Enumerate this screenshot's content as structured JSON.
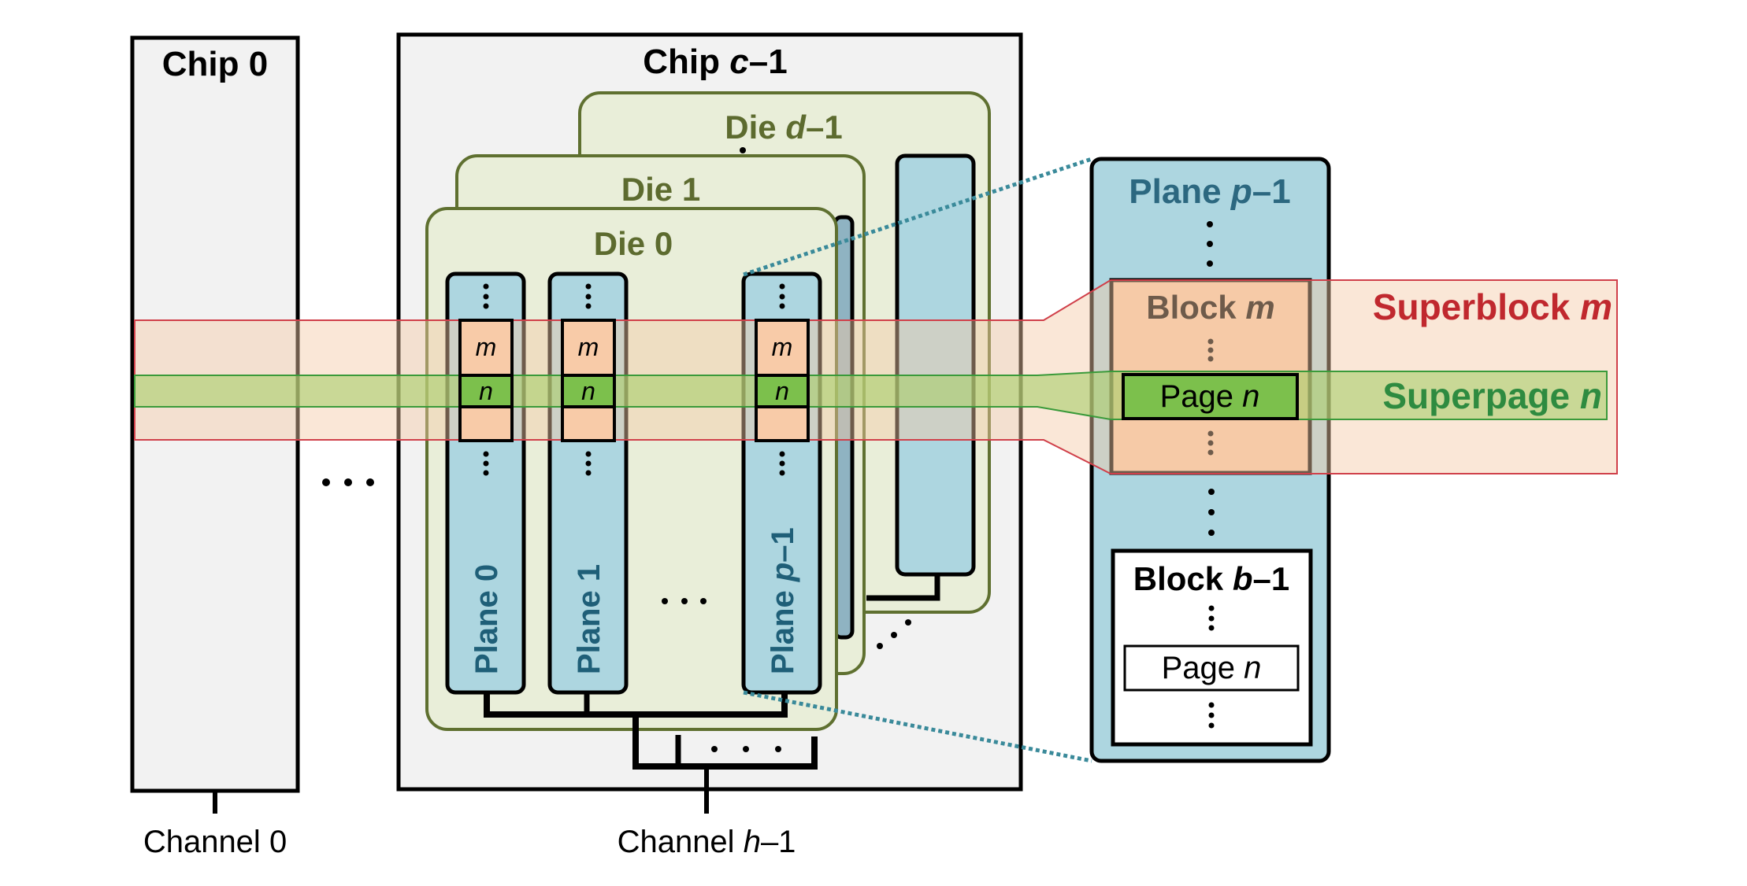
{
  "title": "SSD organization: channels, chips, dies, planes, blocks, pages",
  "colors": {
    "chip_fill": "#f2f2f2",
    "die_fill": "#e9eed9",
    "die_stroke": "#5f7030",
    "plane_fill": "#add6e0",
    "block_fill": "#f8cba8",
    "page_fill": "#7cc04c",
    "superblock_band": "#f7d9c0",
    "superblock_stroke": "#d0404a",
    "superpage_band": "#b5d67a",
    "superpage_stroke": "#3a9a3a",
    "zoom_line": "#3a8a9a"
  },
  "chips": [
    {
      "label_main": "Chip ",
      "label_var": "",
      "label_num": "0"
    },
    {
      "label_main": "Chip ",
      "label_var": "c",
      "label_num": "–1"
    }
  ],
  "chip_ellipsis": "…",
  "dies": [
    {
      "label_main": "Die ",
      "label_var": "",
      "label_num": "0"
    },
    {
      "label_main": "Die ",
      "label_var": "",
      "label_num": "1"
    },
    {
      "label_main": "Die ",
      "label_var": "d",
      "label_num": "–1"
    }
  ],
  "planes": [
    {
      "label_main": "Plane ",
      "label_var": "",
      "label_num": "0"
    },
    {
      "label_main": "Plane ",
      "label_var": "",
      "label_num": "1"
    },
    {
      "label_main": "Plane ",
      "label_var": "p",
      "label_num": "–1"
    }
  ],
  "plane_ellipsis": "…",
  "cell_labels": {
    "block": "m",
    "page": "n"
  },
  "vertical_ellipsis": "⋮",
  "detail": {
    "plane_label_main": "Plane ",
    "plane_label_var": "p",
    "plane_label_num": "–1",
    "block_m": {
      "label_main": "Block ",
      "label_var": "m",
      "page_main": "Page ",
      "page_var": "n"
    },
    "block_last": {
      "label_main": "Block ",
      "label_var": "b",
      "label_num": "–1",
      "page_main": "Page ",
      "page_var": "n"
    }
  },
  "superblock": {
    "label_main": "Superblock ",
    "label_var": "m"
  },
  "superpage": {
    "label_main": "Superpage ",
    "label_var": "n"
  },
  "channels": [
    {
      "label_main": "Channel ",
      "label_var": "",
      "label_num": "0"
    },
    {
      "label_main": "Channel ",
      "label_var": "h",
      "label_num": "–1"
    }
  ]
}
